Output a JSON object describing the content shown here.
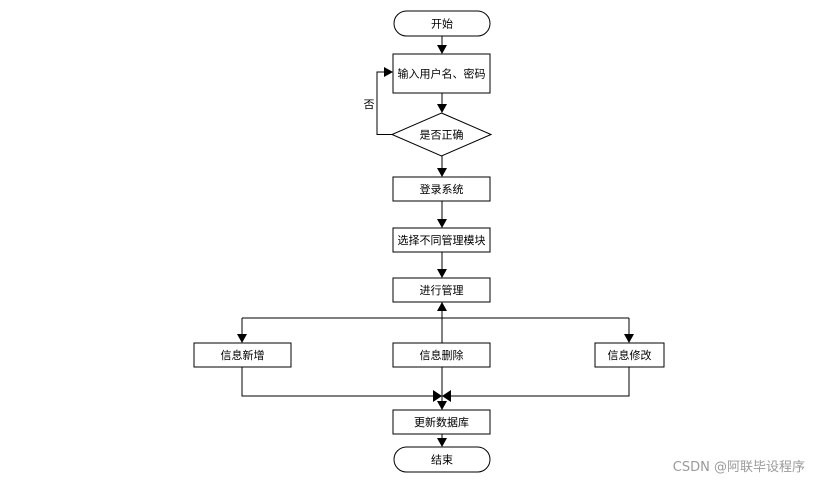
{
  "flowchart": {
    "start": "开始",
    "input_credentials": "输入用户名、密码",
    "check_correct": "是否正确",
    "no_label": "否",
    "login_system": "登录系统",
    "select_module": "选择不同管理模块",
    "perform_management": "进行管理",
    "info_add": "信息新增",
    "info_delete": "信息删除",
    "info_modify": "信息修改",
    "update_database": "更新数据库",
    "end": "结束"
  },
  "watermark": "CSDN @阿联毕设程序"
}
